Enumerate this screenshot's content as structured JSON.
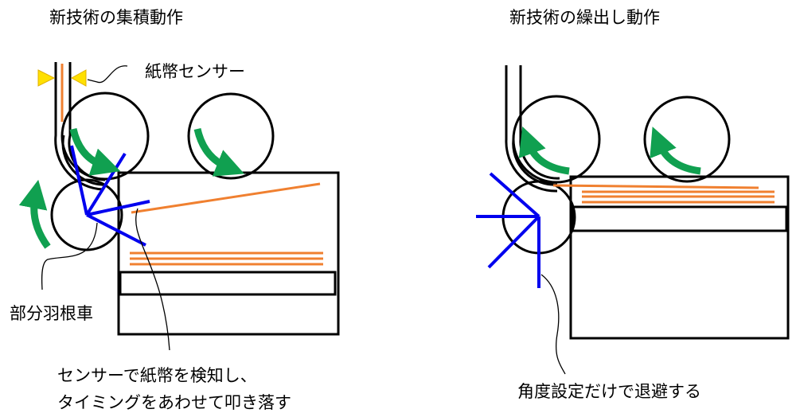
{
  "left": {
    "title": "新技術の集積動作",
    "sensor_label": "紙幣センサー",
    "impeller_label": "部分羽根車",
    "caption_line1": "センサーで紙幣を検知し、",
    "caption_line2": "タイミングをあわせて叩き落す"
  },
  "right": {
    "title": "新技術の繰出し動作",
    "caption": "角度設定だけで退避する"
  },
  "colors": {
    "note": "#f08030",
    "impeller": "#0000ee",
    "arrow": "#10a050",
    "sensor": "#ffe000"
  }
}
